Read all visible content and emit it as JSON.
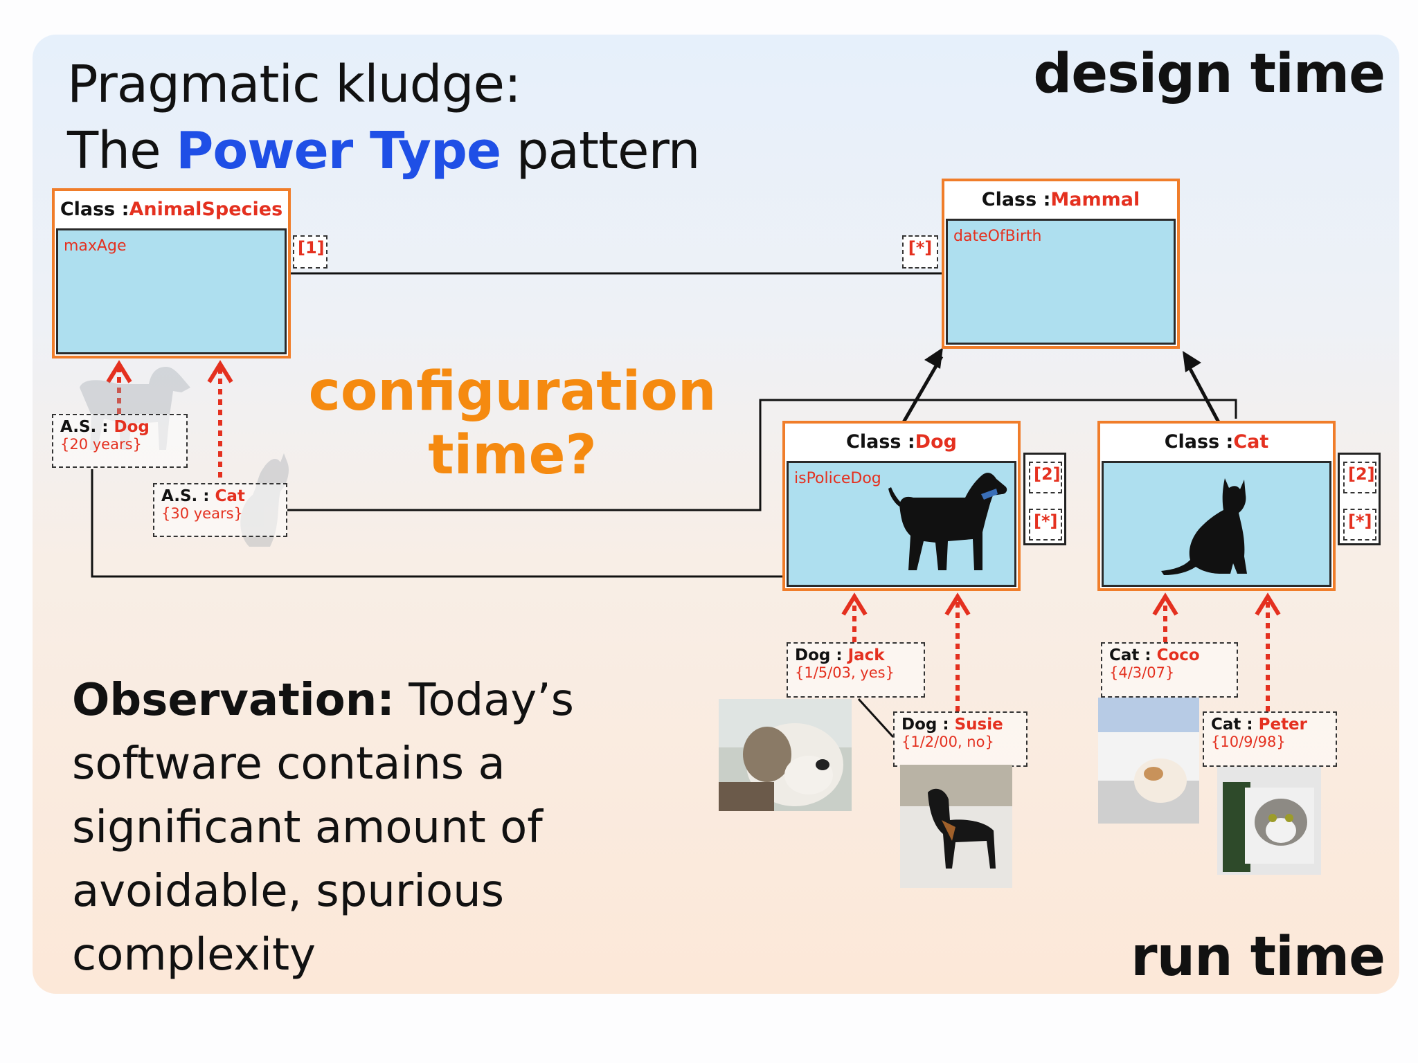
{
  "title": {
    "line1": "Pragmatic kludge:",
    "line2_pre": "The ",
    "line2_highlight": "Power Type",
    "line2_post": " pattern"
  },
  "corner_top": "design time",
  "corner_bottom": "run time",
  "config": {
    "line1": "configuration",
    "line2": "time?"
  },
  "observation": {
    "bold": "Observation:",
    "text": " Today’s software contains a significant amount of avoidable, spurious complexity"
  },
  "classes": {
    "animal_species": {
      "prefix": "Class : ",
      "name": "AnimalSpecies",
      "attr": "maxAge"
    },
    "mammal": {
      "prefix": "Class : ",
      "name": "Mammal",
      "attr": "dateOfBirth"
    },
    "dog": {
      "prefix": "Class : ",
      "name": "Dog",
      "attr": "isPoliceDog"
    },
    "cat": {
      "prefix": "Class : ",
      "name": "Cat",
      "attr": ""
    }
  },
  "multiplicities": {
    "as_side": "[1]",
    "mammal_side": "[*]",
    "dog_top": "[2]",
    "dog_bottom": "[*]",
    "cat_top": "[2]",
    "cat_bottom": "[*]"
  },
  "instances": {
    "as_dog": {
      "type": "A.S. : ",
      "name": "Dog",
      "value": "{20 years}"
    },
    "as_cat": {
      "type": "A.S. : ",
      "name": "Cat",
      "value": "{30 years}"
    },
    "jack": {
      "type": "Dog : ",
      "name": "Jack",
      "value": "{1/5/03, yes}"
    },
    "susie": {
      "type": "Dog : ",
      "name": "Susie",
      "value": "{1/2/00, no}"
    },
    "coco": {
      "type": "Cat : ",
      "name": "Coco",
      "value": "{4/3/07}"
    },
    "peter": {
      "type": "Cat : ",
      "name": "Peter",
      "value": "{10/9/98}"
    }
  },
  "colors": {
    "accent_blue": "#1f4fe6",
    "accent_orange": "#f58a10",
    "class_border": "#f07d2a",
    "class_fill": "#aedfef",
    "name_red": "#e4301f"
  }
}
